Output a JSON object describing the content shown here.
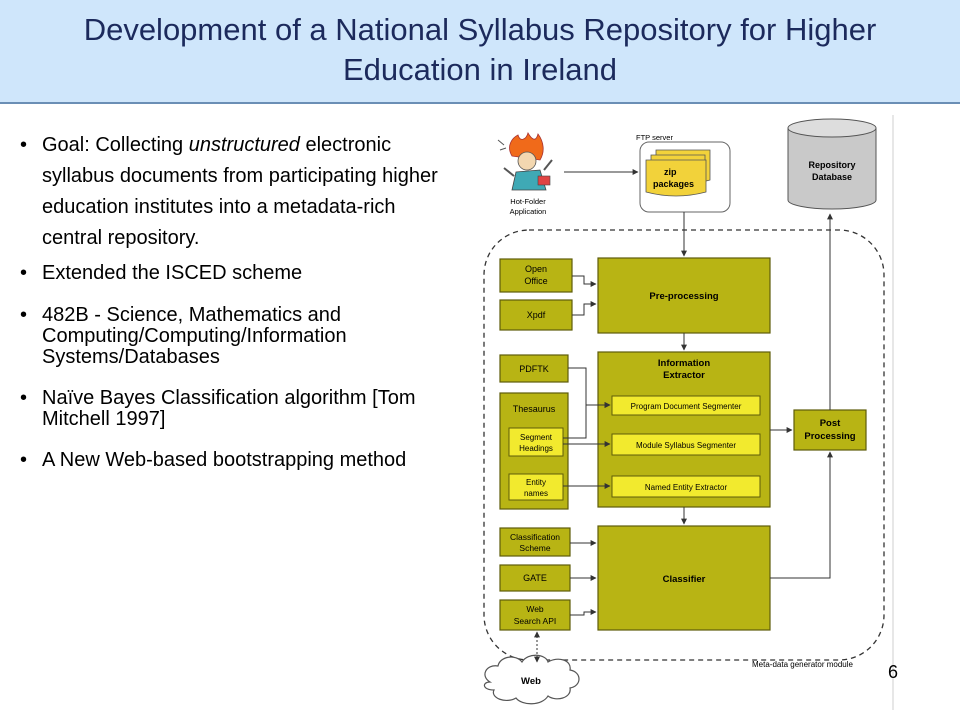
{
  "title": "Development of a National Syllabus Repository for Higher Education in Ireland",
  "bullets": {
    "goal_prefix": "Goal: Collecting ",
    "goal_italic": "unstructured",
    "goal_rest": " electronic syllabus documents from participating higher education institutes into a metadata-rich central repository.",
    "b2": "Extended the ISCED scheme",
    "b3": "482B - Science, Mathematics and Computing/Computing/Information Systems/Databases",
    "b4": "Naïve Bayes Classification algorithm [Tom Mitchell 1997]",
    "b5": "A New Web-based bootstrapping method"
  },
  "diagram": {
    "hot_folder": [
      "Hot-Folder",
      "Application"
    ],
    "ftp_server": "FTP server",
    "zip": [
      "zip",
      "packages"
    ],
    "repository": [
      "Repository",
      "Database"
    ],
    "open_office": [
      "Open",
      "Office"
    ],
    "xpdf": "Xpdf",
    "pre_processing": "Pre-processing",
    "pdftk": "PDFTK",
    "thesaurus": "Thesaurus",
    "segment_headings": [
      "Segment",
      "Headings"
    ],
    "entity_names": [
      "Entity",
      "names"
    ],
    "info_extractor": [
      "Information",
      "Extractor"
    ],
    "program_segmenter": "Program Document Segmenter",
    "module_segmenter": "Module Syllabus Segmenter",
    "named_entity": "Named Entity Extractor",
    "post_processing": [
      "Post",
      "Processing"
    ],
    "classification_scheme": [
      "Classification",
      "Scheme"
    ],
    "gate": "GATE",
    "web_search": [
      "Web",
      "Search API"
    ],
    "classifier": "Classifier",
    "meta_module": "Meta-data generator module",
    "web": "Web"
  },
  "page_number": "6",
  "colors": {
    "olive": "#b8b414",
    "olive_border": "#5e5c0a",
    "inner_yellow": "#f2ea2e",
    "title_band": "#cfe6fb",
    "title_text": "#1c2a5c"
  }
}
